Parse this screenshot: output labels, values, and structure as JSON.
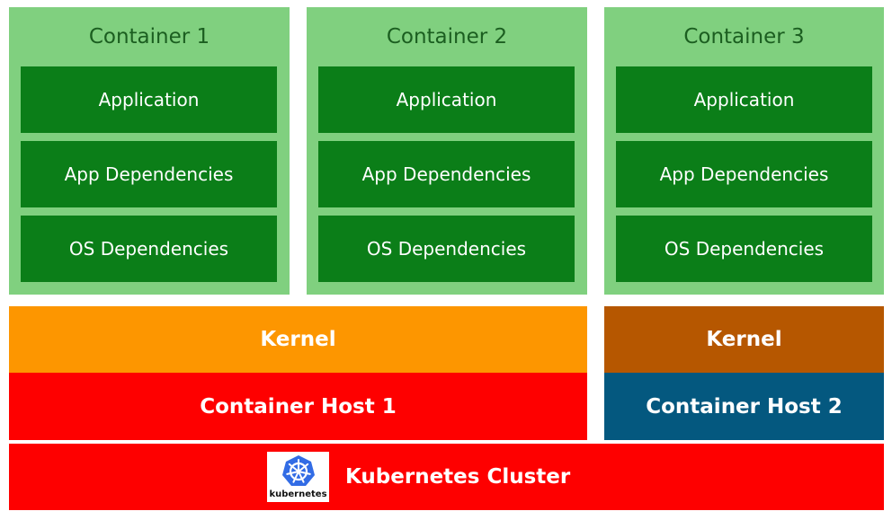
{
  "containers": [
    {
      "title": "Container 1",
      "layers": [
        "Application",
        "App Dependencies",
        "OS Dependencies"
      ]
    },
    {
      "title": "Container 2",
      "layers": [
        "Application",
        "App Dependencies",
        "OS Dependencies"
      ]
    },
    {
      "title": "Container 3",
      "layers": [
        "Application",
        "App Dependencies",
        "OS Dependencies"
      ]
    }
  ],
  "hosts": [
    {
      "kernel": "Kernel",
      "name": "Container Host 1"
    },
    {
      "kernel": "Kernel",
      "name": "Container Host 2"
    }
  ],
  "cluster": {
    "logo_text": "kubernetes",
    "label": "Kubernetes Cluster"
  },
  "colors": {
    "container_bg": "#80d07f",
    "layer_bg": "#0b7e18",
    "kernel_1": "#fd9600",
    "kernel_2": "#b65700",
    "host_1": "#fe0000",
    "host_2": "#04587f",
    "cluster": "#fe0000",
    "k8s_blue": "#326ce5"
  }
}
